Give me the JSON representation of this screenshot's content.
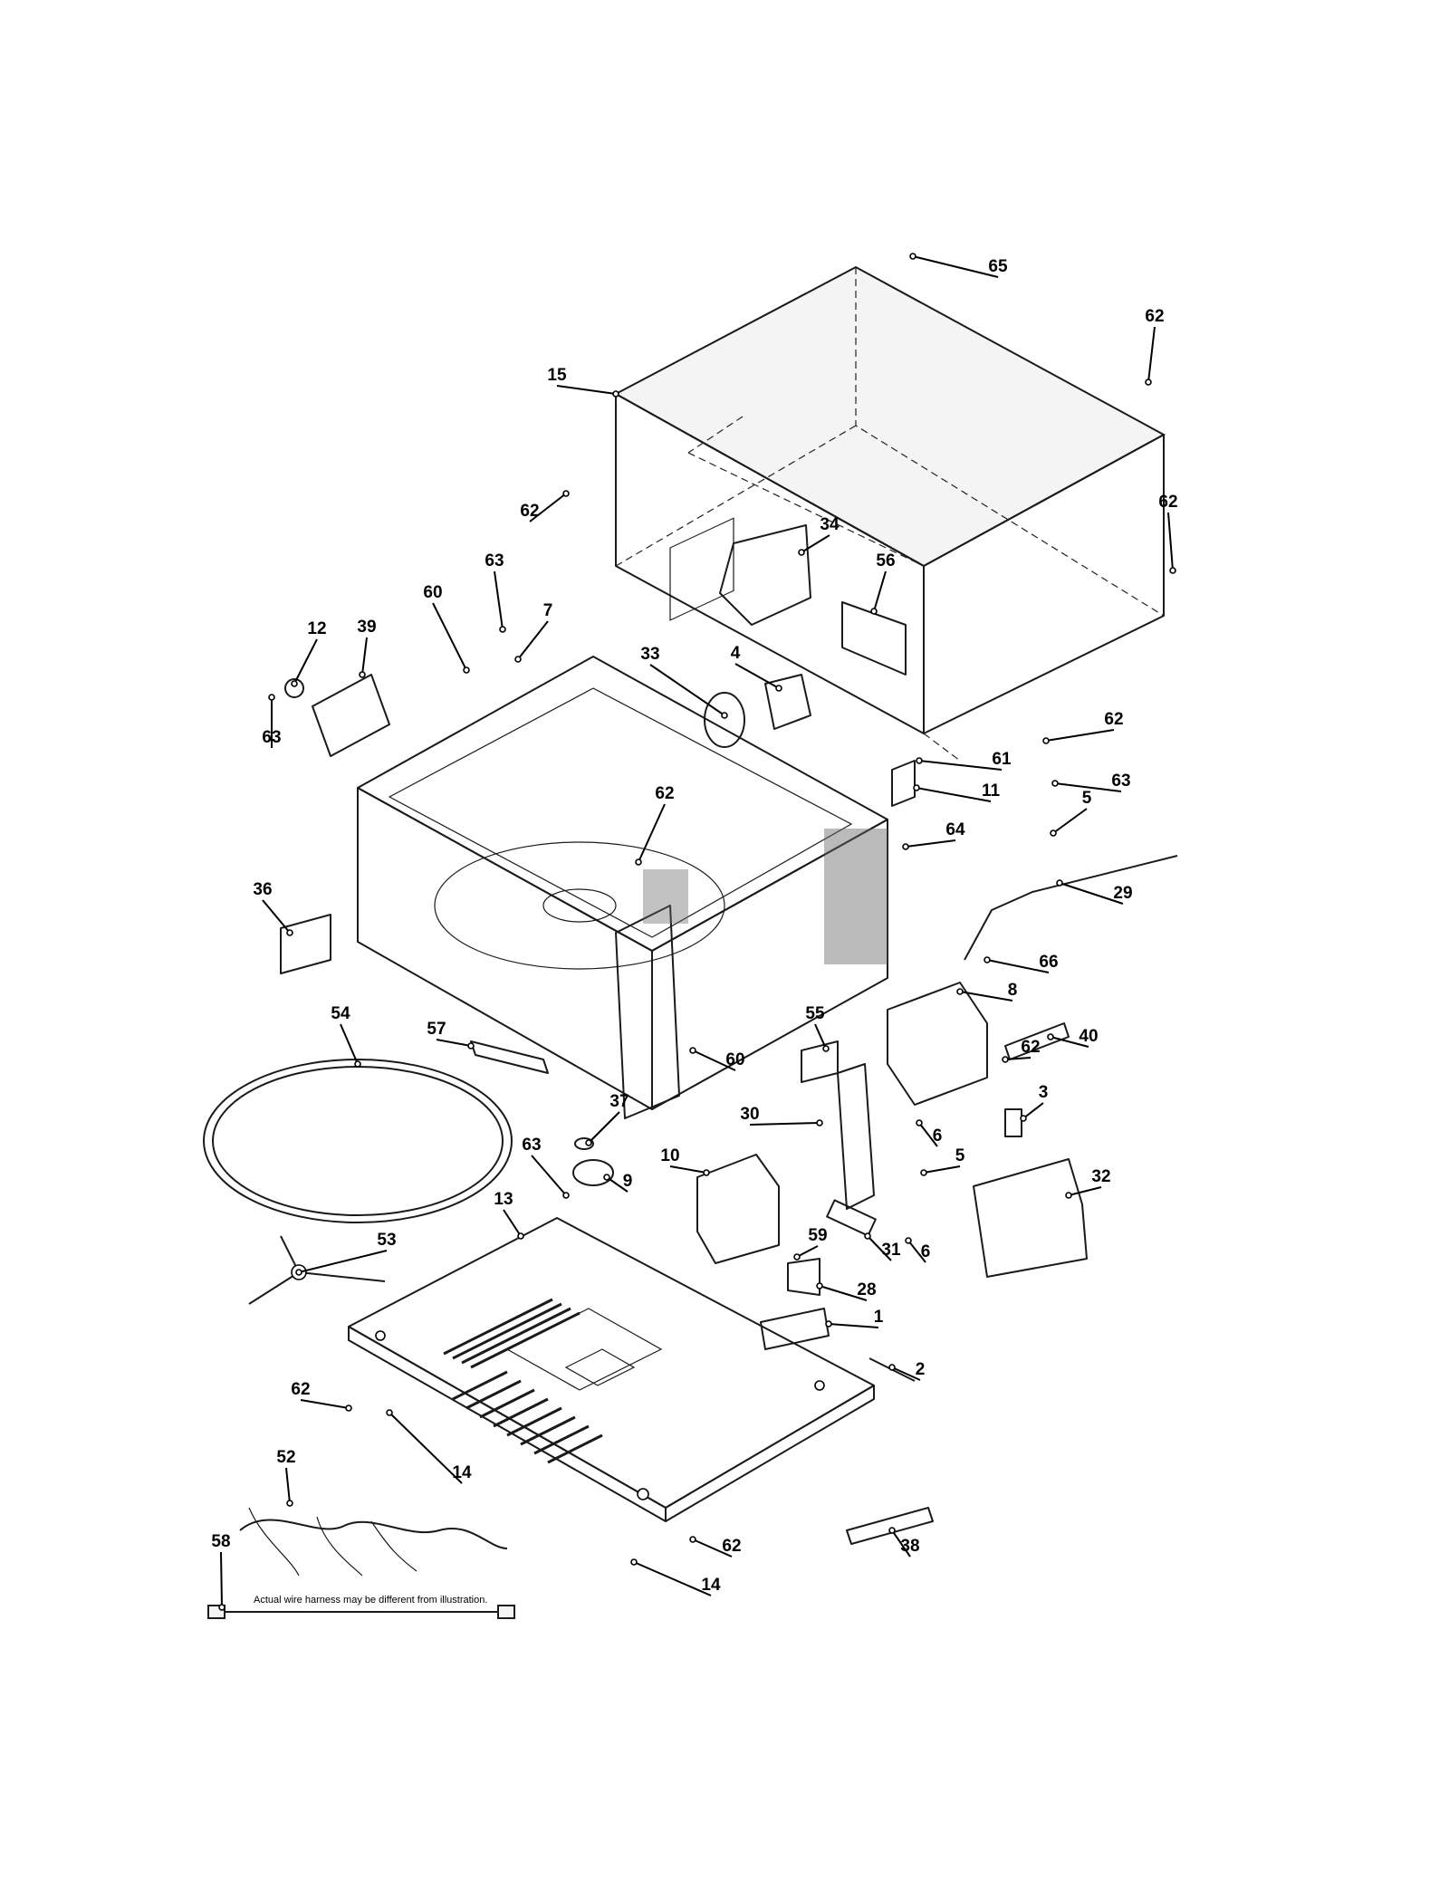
{
  "diagram": {
    "note": "Actual wire harness may be different from illustration.",
    "callouts": [
      "65",
      "62",
      "15",
      "62",
      "62",
      "34",
      "56",
      "63",
      "60",
      "7",
      "12",
      "39",
      "33",
      "4",
      "63",
      "62",
      "61",
      "11",
      "63",
      "5",
      "62",
      "64",
      "29",
      "36",
      "66",
      "8",
      "40",
      "54",
      "57",
      "55",
      "62",
      "60",
      "37",
      "3",
      "30",
      "6",
      "5",
      "32",
      "10",
      "63",
      "9",
      "13",
      "59",
      "31",
      "6",
      "53",
      "28",
      "1",
      "2",
      "62",
      "14",
      "52",
      "58",
      "62",
      "14",
      "38"
    ]
  }
}
